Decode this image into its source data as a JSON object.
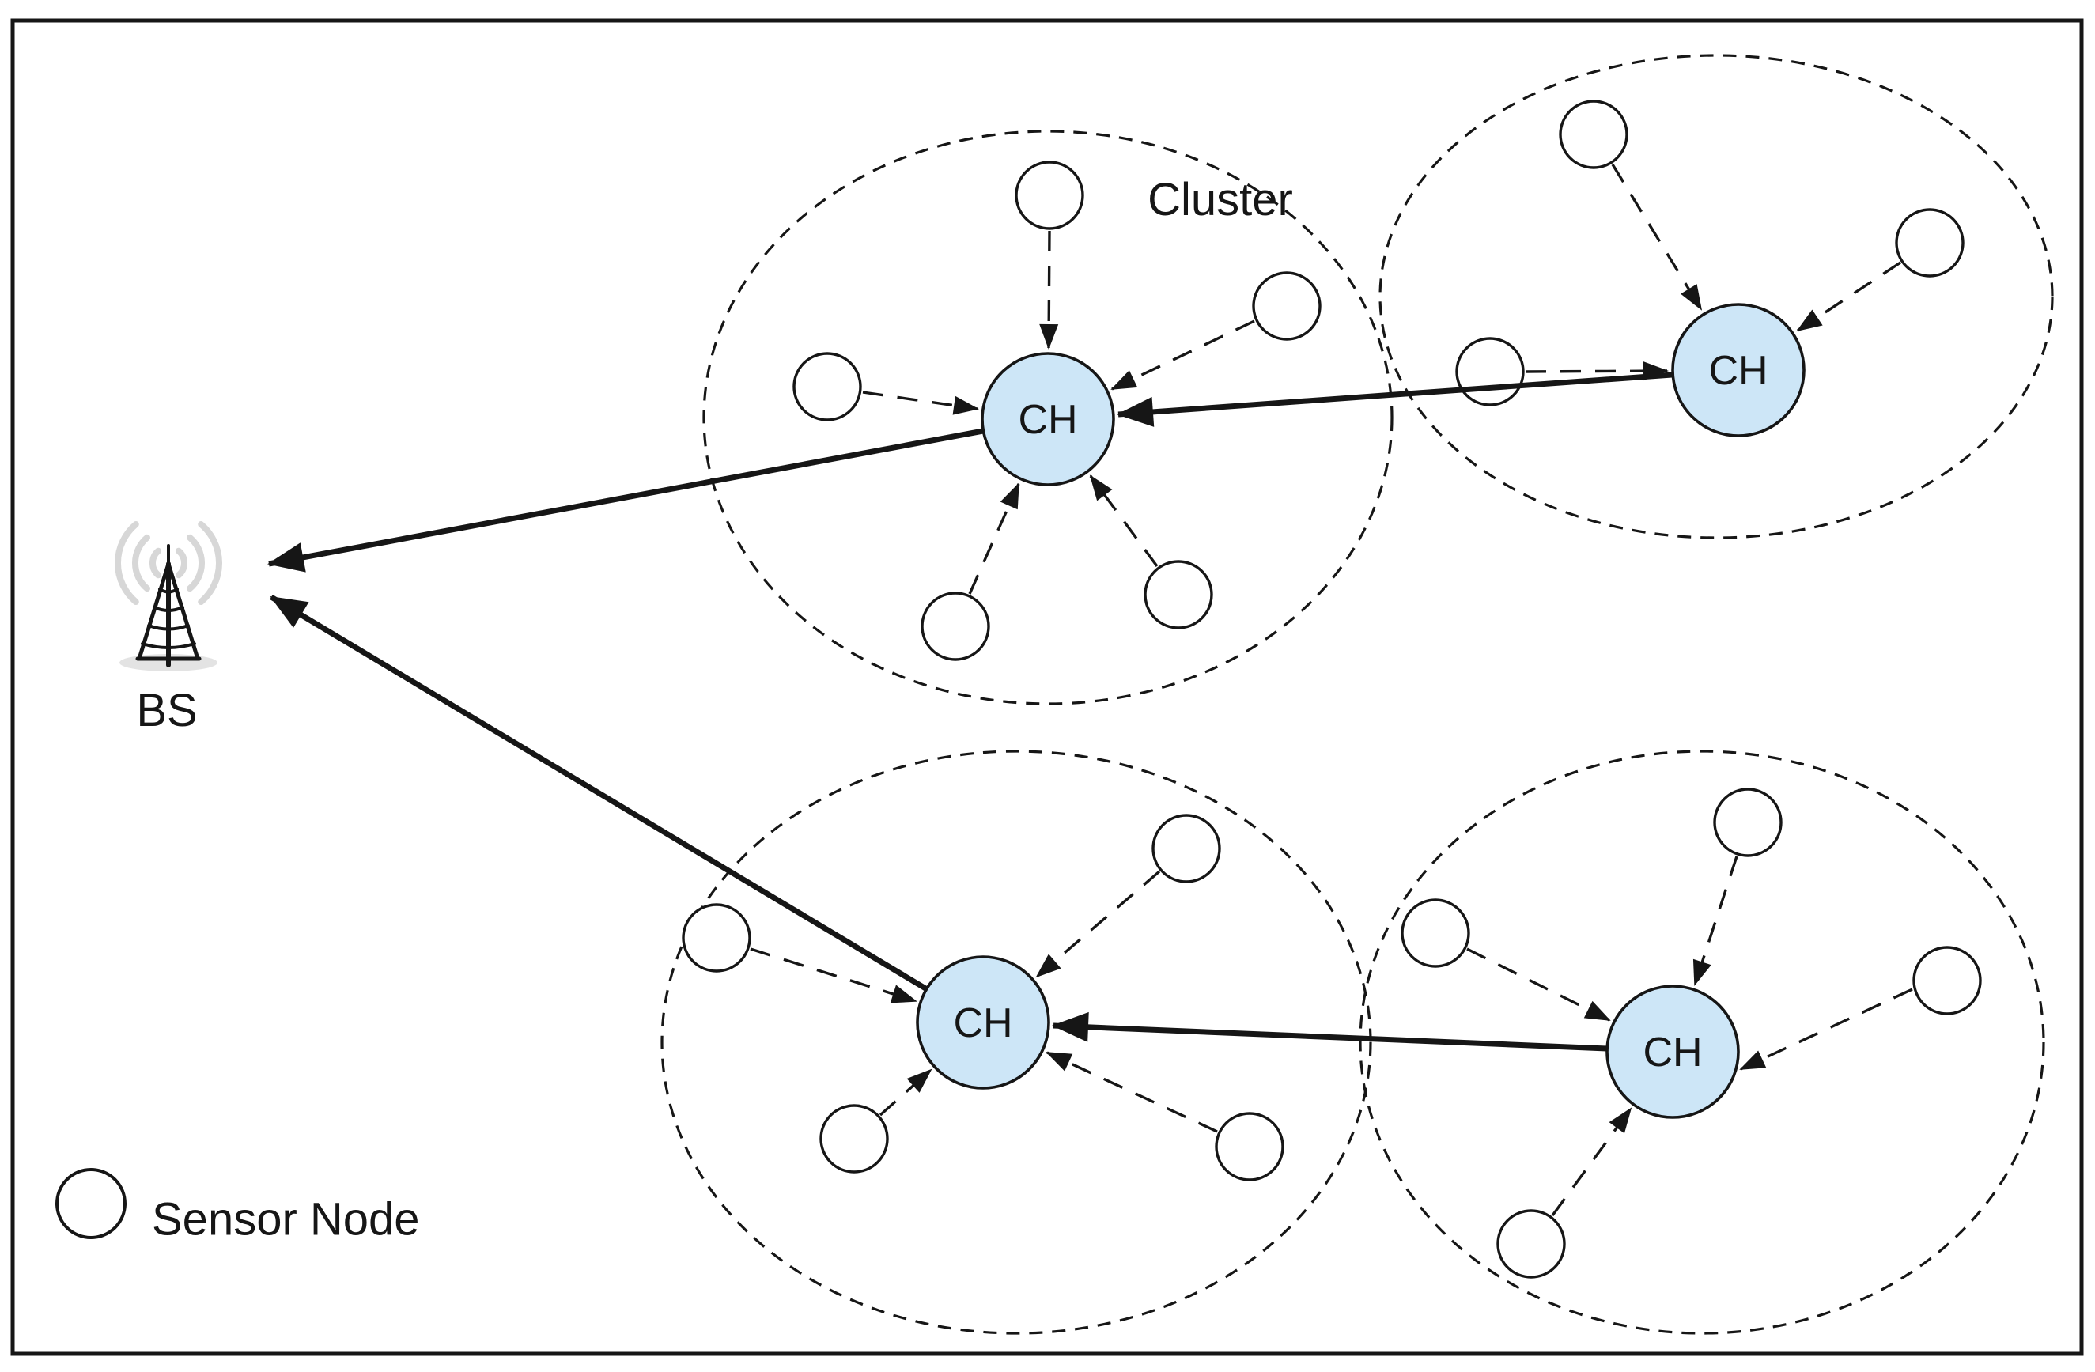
{
  "diagram": {
    "kind": "clustered wireless sensor network topology",
    "base_station": {
      "label": "BS"
    },
    "legend": {
      "label": "Sensor Node"
    },
    "cluster_annotation": "Cluster",
    "clusters": [
      {
        "id": "top-middle",
        "ch_label": "CH",
        "sensor_nodes": 5,
        "uplink": "BS"
      },
      {
        "id": "top-right",
        "ch_label": "CH",
        "sensor_nodes": 3,
        "uplink": "top-middle CH"
      },
      {
        "id": "bottom-left",
        "ch_label": "CH",
        "sensor_nodes": 4,
        "uplink": "BS"
      },
      {
        "id": "bottom-right",
        "ch_label": "CH",
        "sensor_nodes": 4,
        "uplink": "bottom-left CH"
      }
    ],
    "colors": {
      "cluster_head_fill": "#cde6f7",
      "stroke": "#161616",
      "radio_waves": "#d7d7d7",
      "background": "#ffffff"
    }
  }
}
